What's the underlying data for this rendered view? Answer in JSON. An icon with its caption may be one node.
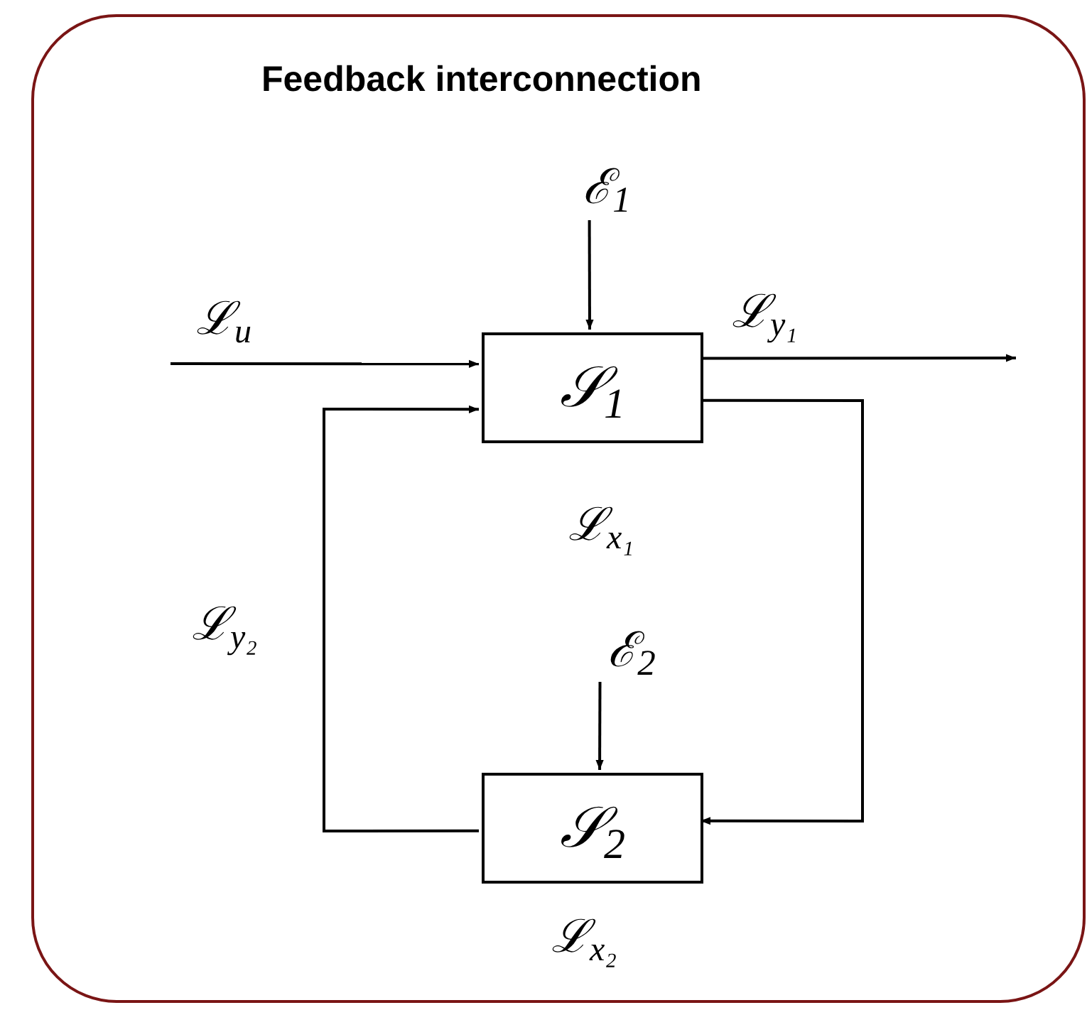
{
  "diagram": {
    "nodes": [
      {
        "text": [
          "Feedback interconnection"
        ]
      },
      {
        "text": [
          "𝒮$_{1}$"
        ],
        "in": 0
      },
      {
        "text": [
          "𝒮$_{2}$"
        ],
        "in": 0
      },
      {
        "text": [
          "ℰ$_{1}$"
        ],
        "in": 0
      },
      {
        "text": [
          "ℰ$_{2}$"
        ],
        "in": 0
      }
    ],
    "edges": [
      {
        "from": 3,
        "to": 1,
        "arrow": "to"
      },
      {
        "from": 4,
        "to": 2,
        "arrow": "to"
      },
      {
        "from": null,
        "to": 1,
        "arrow": "to",
        "label": "ℒ$_{u}$"
      },
      {
        "from": 1,
        "to": null,
        "arrow": "to",
        "label": "ℒ$_{y₁}$"
      },
      {
        "from": 1,
        "to": 2,
        "arrow": "to"
      },
      {
        "from": 2,
        "to": 1,
        "arrow": "to",
        "label": "ℒ$_{y₂}$"
      }
    ],
    "labels": [
      "ℒ$_{x₁}$",
      "ℒ$_{x₂}$"
    ]
  }
}
